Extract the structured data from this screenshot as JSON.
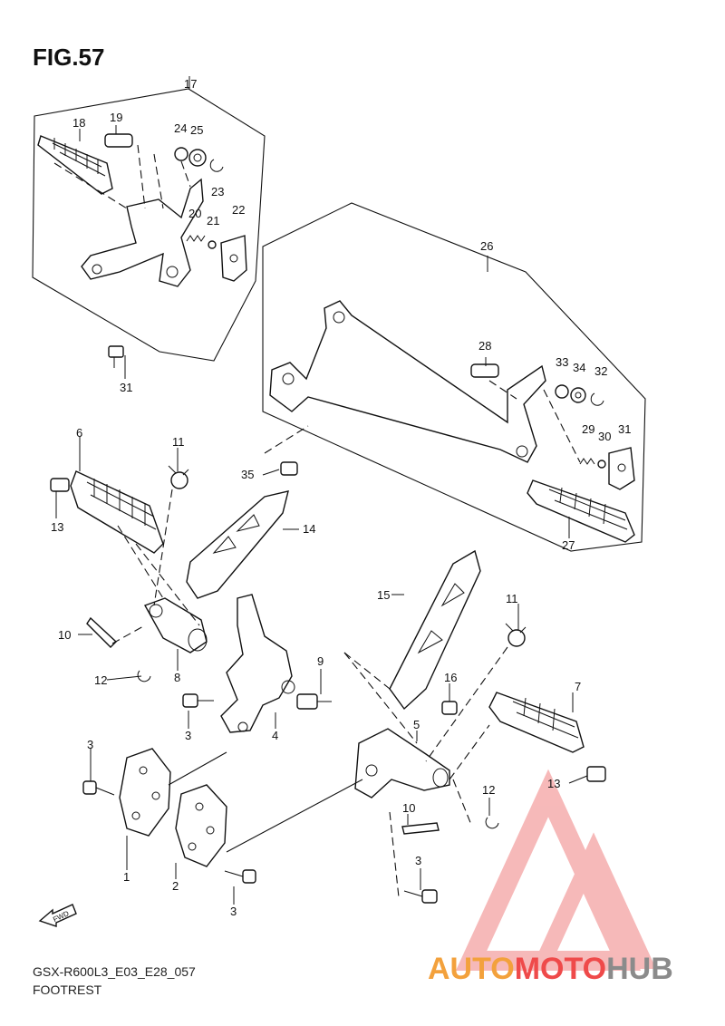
{
  "figure": {
    "title": "FIG.57",
    "code": "GSX-R600L3_E03_E28_057",
    "caption": "FOOTREST"
  },
  "watermark": {
    "brand_part1": "AUTO",
    "brand_part2": "MOTO",
    "brand_part3": "HUB",
    "colors": {
      "auto": "#f3a13c",
      "moto": "#ef4a4a",
      "hub": "#8b8b8b",
      "logo": "#f08080"
    }
  },
  "fwd_label": "FWD",
  "callouts": [
    "1",
    "2",
    "3",
    "3",
    "3",
    "3",
    "4",
    "5",
    "6",
    "7",
    "8",
    "9",
    "10",
    "10",
    "11",
    "11",
    "12",
    "12",
    "13",
    "13",
    "14",
    "15",
    "16",
    "17",
    "18",
    "19",
    "20",
    "21",
    "22",
    "23",
    "24",
    "25",
    "26",
    "27",
    "28",
    "29",
    "30",
    "31",
    "31",
    "32",
    "33",
    "34",
    "35"
  ]
}
